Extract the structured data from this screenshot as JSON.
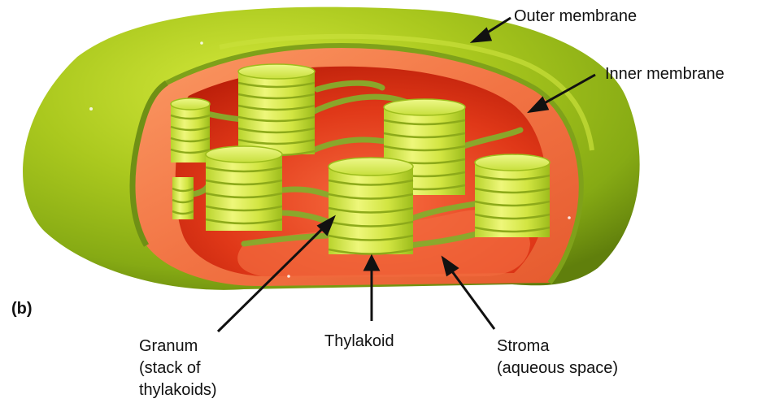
{
  "panel_letter": "(b)",
  "labels": {
    "outer_membrane": "Outer membrane",
    "inner_membrane": "Inner membrane",
    "granum": "Granum",
    "granum_detail_1": "(stack of",
    "granum_detail_2": "thylakoids)",
    "thylakoid": "Thylakoid",
    "stroma": "Stroma",
    "stroma_detail": "(aqueous space)"
  },
  "colors": {
    "outer_membrane": "#a8c61e",
    "outer_membrane_shadow": "#6f8f10",
    "inner_membrane": "#f07848",
    "stroma": "#d62a10",
    "stroma_light": "#f5633a",
    "thylakoid_disc": "#d8e84a",
    "thylakoid_edge": "#9cbd1c",
    "lamella": "#7fa62a",
    "text": "#111111"
  }
}
